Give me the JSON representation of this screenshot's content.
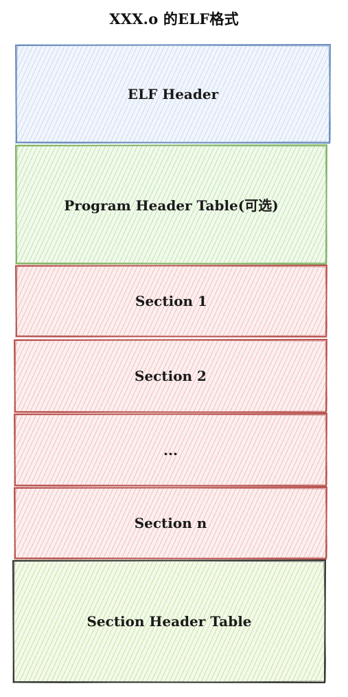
{
  "title": "XXX.o 的ELF格式",
  "blocks": [
    {
      "label": "ELF Header",
      "fill": "#dbe7f7",
      "stroke": "#6c8ebf"
    },
    {
      "label": "Program Header Table(可选)",
      "fill": "#d5ecc8",
      "stroke": "#82b366"
    },
    {
      "label": "Section 1",
      "fill": "#f8d7d7",
      "stroke": "#b85450"
    },
    {
      "label": "Section 2",
      "fill": "#f8d7d7",
      "stroke": "#b85450"
    },
    {
      "label": "...",
      "fill": "#f8d7d7",
      "stroke": "#b85450"
    },
    {
      "label": "Section n",
      "fill": "#f8d7d7",
      "stroke": "#b85450"
    },
    {
      "label": "Section Header Table",
      "fill": "#dcefc4",
      "stroke": "#333333"
    }
  ]
}
